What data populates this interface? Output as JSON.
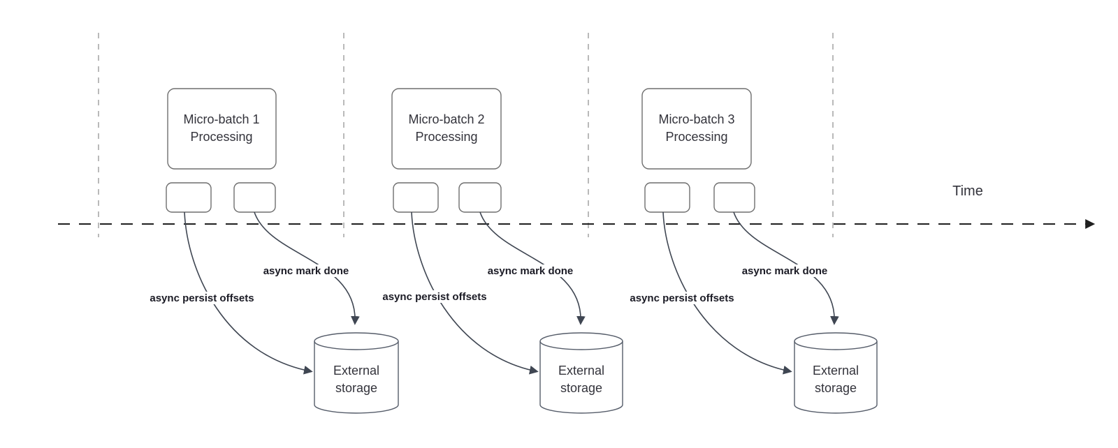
{
  "diagram": {
    "type": "flow-timeline-diagram",
    "timeline": {
      "label": "Time"
    },
    "colors": {
      "background": "#ffffff",
      "shape_stroke": "#6e6e6e",
      "cylinder_stroke": "#565d6a",
      "connector_stroke": "#3f4652",
      "timeline_stroke": "#1f1f1f",
      "guide_line_stroke": "#a8a8a8",
      "shape_text": "#33333b",
      "edge_label_text": "#1b1b25"
    },
    "sections": [
      {
        "process_title": "Micro-batch 1",
        "process_subtitle": "Processing",
        "persist_label": "async persist offsets",
        "mark_done_label": "async mark done",
        "storage_title": "External",
        "storage_subtitle": "storage"
      },
      {
        "process_title": "Micro-batch 2",
        "process_subtitle": "Processing",
        "persist_label": "async persist offsets",
        "mark_done_label": "async mark done",
        "storage_title": "External",
        "storage_subtitle": "storage"
      },
      {
        "process_title": "Micro-batch 3",
        "process_subtitle": "Processing",
        "persist_label": "async persist offsets",
        "mark_done_label": "async mark done",
        "storage_title": "External",
        "storage_subtitle": "storage"
      }
    ]
  }
}
